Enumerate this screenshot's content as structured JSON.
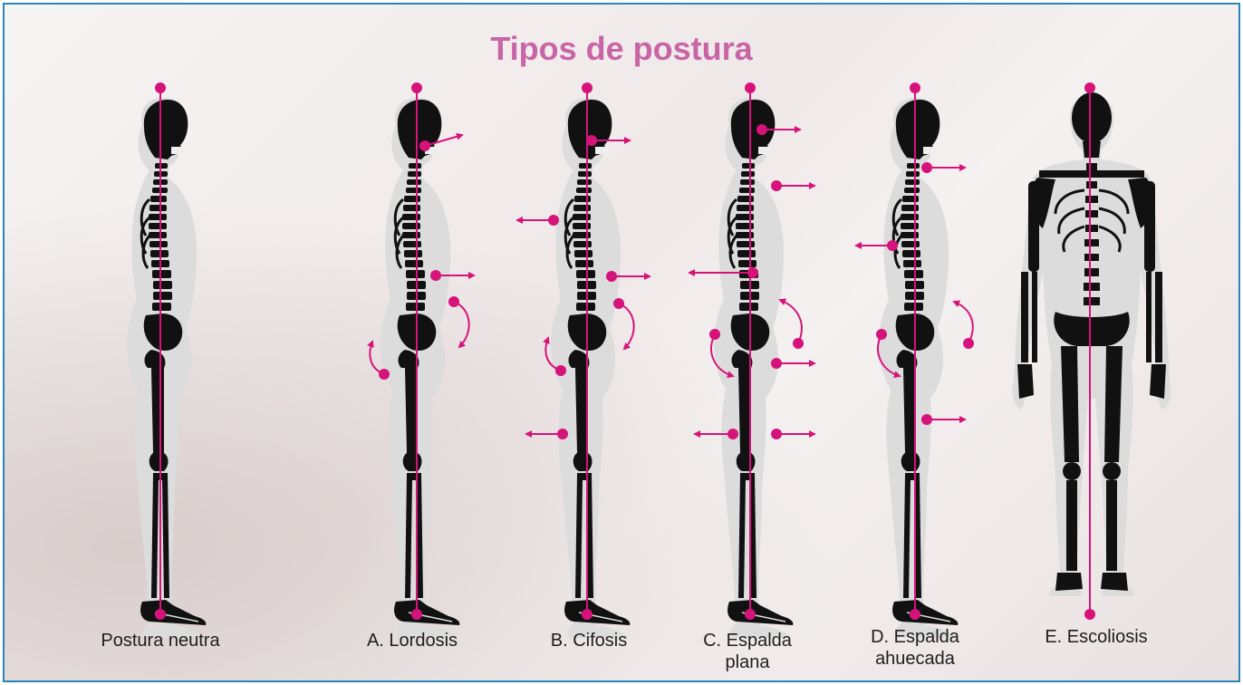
{
  "title": "Tipos de postura",
  "colors": {
    "accent": "#d6137a",
    "title": "#c865a6",
    "border": "#2a86b8",
    "bone": "#111111",
    "silhouette": "#dcdcdc"
  },
  "figures": [
    {
      "id": "neutral",
      "label": "Postura neutra"
    },
    {
      "id": "lordosis",
      "label": "A. Lordosis"
    },
    {
      "id": "kyphosis",
      "label": "B. Cifosis"
    },
    {
      "id": "flatback",
      "label": "C. Espalda\nplana"
    },
    {
      "id": "swayback",
      "label": "D. Espalda\nahuecada"
    },
    {
      "id": "scoliosis",
      "label": "E. Escoliosis"
    }
  ]
}
